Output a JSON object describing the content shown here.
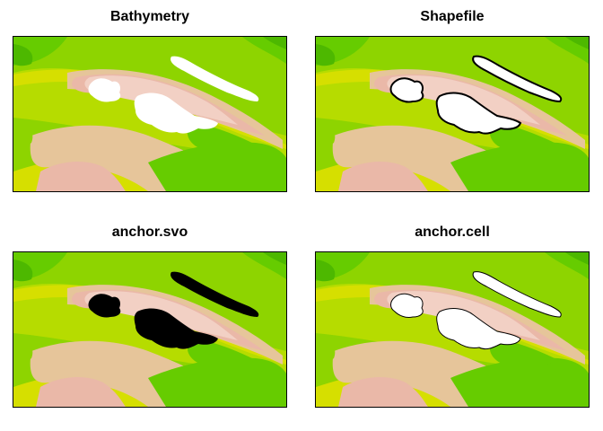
{
  "panels": [
    {
      "title": "Bathymetry",
      "overlay": "fill-white"
    },
    {
      "title": "Shapefile",
      "overlay": "outline-black"
    },
    {
      "title": "anchor.svo",
      "overlay": "fill-black"
    },
    {
      "title": "anchor.cell",
      "overlay": "fill-white-thin-outline"
    }
  ],
  "colors": {
    "green_dark": "#4db800",
    "green": "#66cc00",
    "green_light": "#8ed400",
    "yellow_green": "#b6dc00",
    "yellow": "#d6df00",
    "tan": "#e6c59a",
    "pink": "#eab8a8",
    "pink_light": "#f2d0c4",
    "white": "#ffffff",
    "black": "#000000"
  }
}
